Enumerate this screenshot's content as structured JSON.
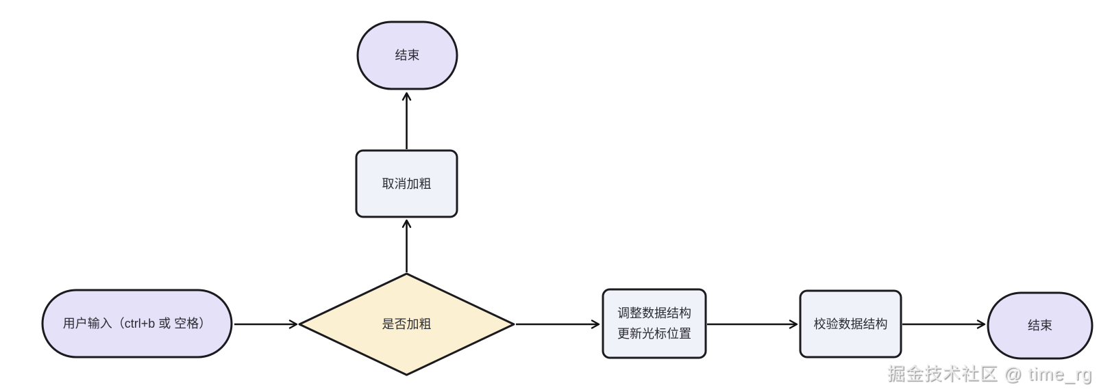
{
  "title": "bold-toggle-flowchart",
  "colors": {
    "background": "#ffffff",
    "stadium_fill": "#e5e1f8",
    "diamond_fill": "#fbf0d2",
    "rect_fill": "#eff2f9",
    "border": "#1a1a1f",
    "arrow": "#111111",
    "text": "#2b2b33",
    "watermark_text": "#ececec"
  },
  "nodes": {
    "start": {
      "type": "stadium",
      "label": "用户输入（ctrl+b 或 空格）"
    },
    "decision": {
      "type": "diamond",
      "label": "是否加粗"
    },
    "cancel_bold": {
      "type": "rect",
      "label": "取消加粗"
    },
    "end_top": {
      "type": "stadium",
      "label": "结束"
    },
    "adjust": {
      "type": "rect",
      "label": "调整数据结构\n更新光标位置"
    },
    "validate": {
      "type": "rect",
      "label": "校验数据结构"
    },
    "end_right": {
      "type": "stadium",
      "label": "结束"
    }
  },
  "edges": [
    {
      "from": "start",
      "to": "decision",
      "label": ""
    },
    {
      "from": "decision",
      "to": "cancel_bold",
      "label": ""
    },
    {
      "from": "cancel_bold",
      "to": "end_top",
      "label": ""
    },
    {
      "from": "decision",
      "to": "adjust",
      "label": ""
    },
    {
      "from": "adjust",
      "to": "validate",
      "label": ""
    },
    {
      "from": "validate",
      "to": "end_right",
      "label": ""
    }
  ],
  "watermark": {
    "text": "掘金技术社区 @ time_rg"
  }
}
